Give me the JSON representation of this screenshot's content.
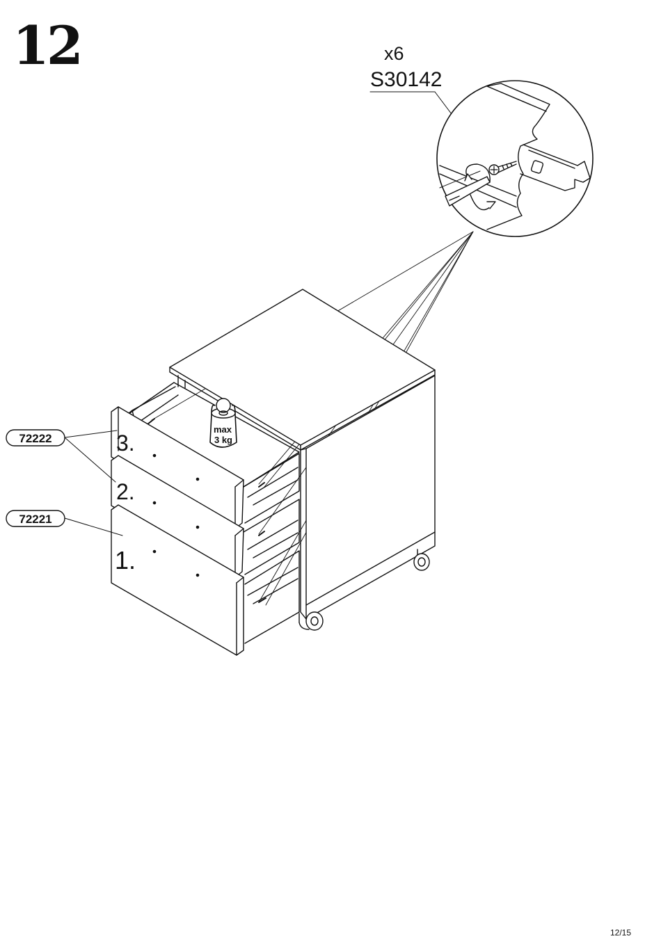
{
  "step": {
    "number": "12"
  },
  "screw": {
    "quantity": "x6",
    "code": "S30142"
  },
  "weight": {
    "line1": "max",
    "line2": "3 kg"
  },
  "labels": {
    "drawer_small": "72222",
    "drawer_large": "72221"
  },
  "drawers": {
    "top": "3.",
    "middle": "2.",
    "bottom": "1."
  },
  "page": {
    "number": "12/15"
  }
}
